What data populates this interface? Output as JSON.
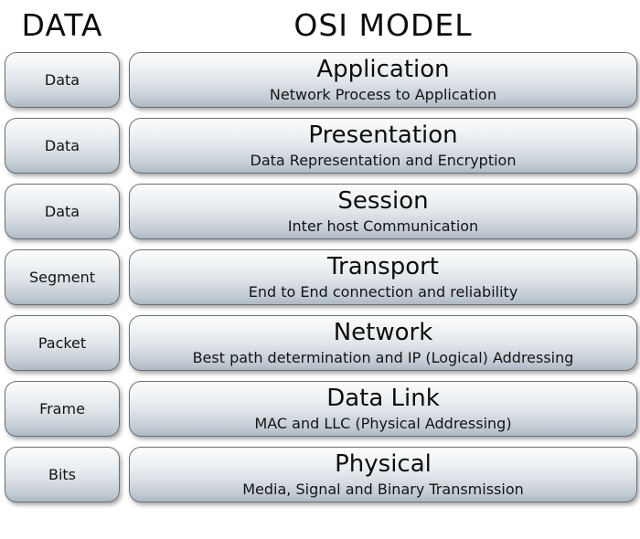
{
  "header": {
    "left": "DATA",
    "right": "OSI MODEL"
  },
  "layers": [
    {
      "pdu": "Data",
      "name": "Application",
      "description": "Network Process to Application"
    },
    {
      "pdu": "Data",
      "name": "Presentation",
      "description": "Data Representation and Encryption"
    },
    {
      "pdu": "Data",
      "name": "Session",
      "description": "Inter host Communication"
    },
    {
      "pdu": "Segment",
      "name": "Transport",
      "description": "End to End connection and reliability"
    },
    {
      "pdu": "Packet",
      "name": "Network",
      "description": "Best path determination and IP (Logical) Addressing"
    },
    {
      "pdu": "Frame",
      "name": "Data Link",
      "description": "MAC and LLC (Physical Addressing)"
    },
    {
      "pdu": "Bits",
      "name": "Physical",
      "description": "Media, Signal and Binary Transmission"
    }
  ],
  "colors": {
    "background": "#ffffff",
    "box_gradient_top": "#fbfcfd",
    "box_gradient_bottom": "#aeb9c3",
    "box_border": "#697076",
    "text": "#111111"
  }
}
